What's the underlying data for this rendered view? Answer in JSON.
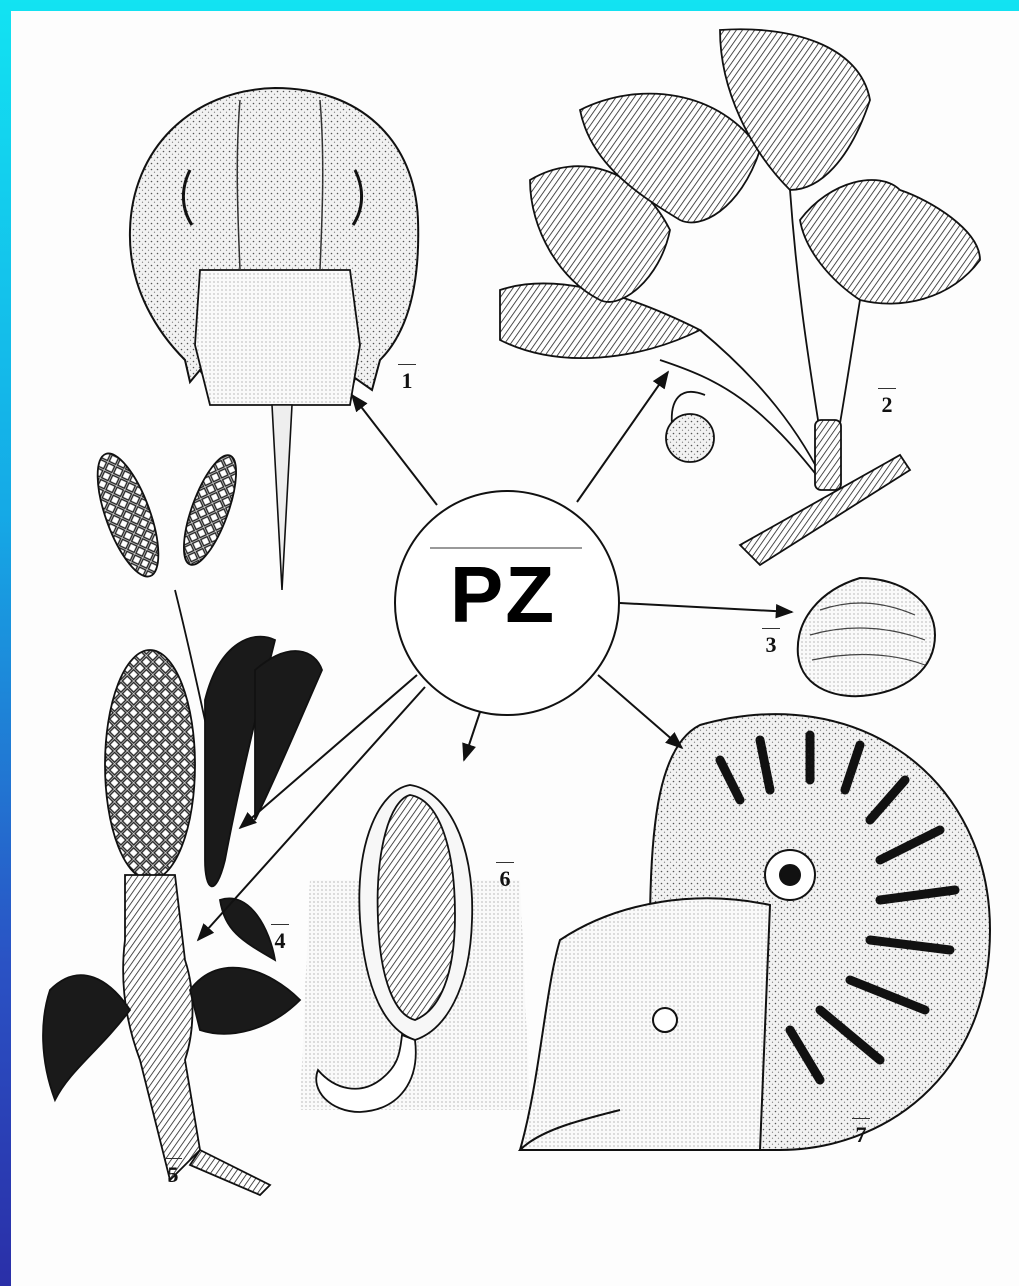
{
  "center": {
    "label": "PZ"
  },
  "specimens": [
    {
      "number": "1",
      "name": "horseshoe-crab"
    },
    {
      "number": "2",
      "name": "ginkgo-branch"
    },
    {
      "number": "3",
      "name": "brachiopod-shell"
    },
    {
      "number": "4",
      "name": "club-moss"
    },
    {
      "number": "5",
      "name": "cycad-cone"
    },
    {
      "number": "6",
      "name": "lingula"
    },
    {
      "number": "7",
      "name": "nautilus"
    }
  ]
}
